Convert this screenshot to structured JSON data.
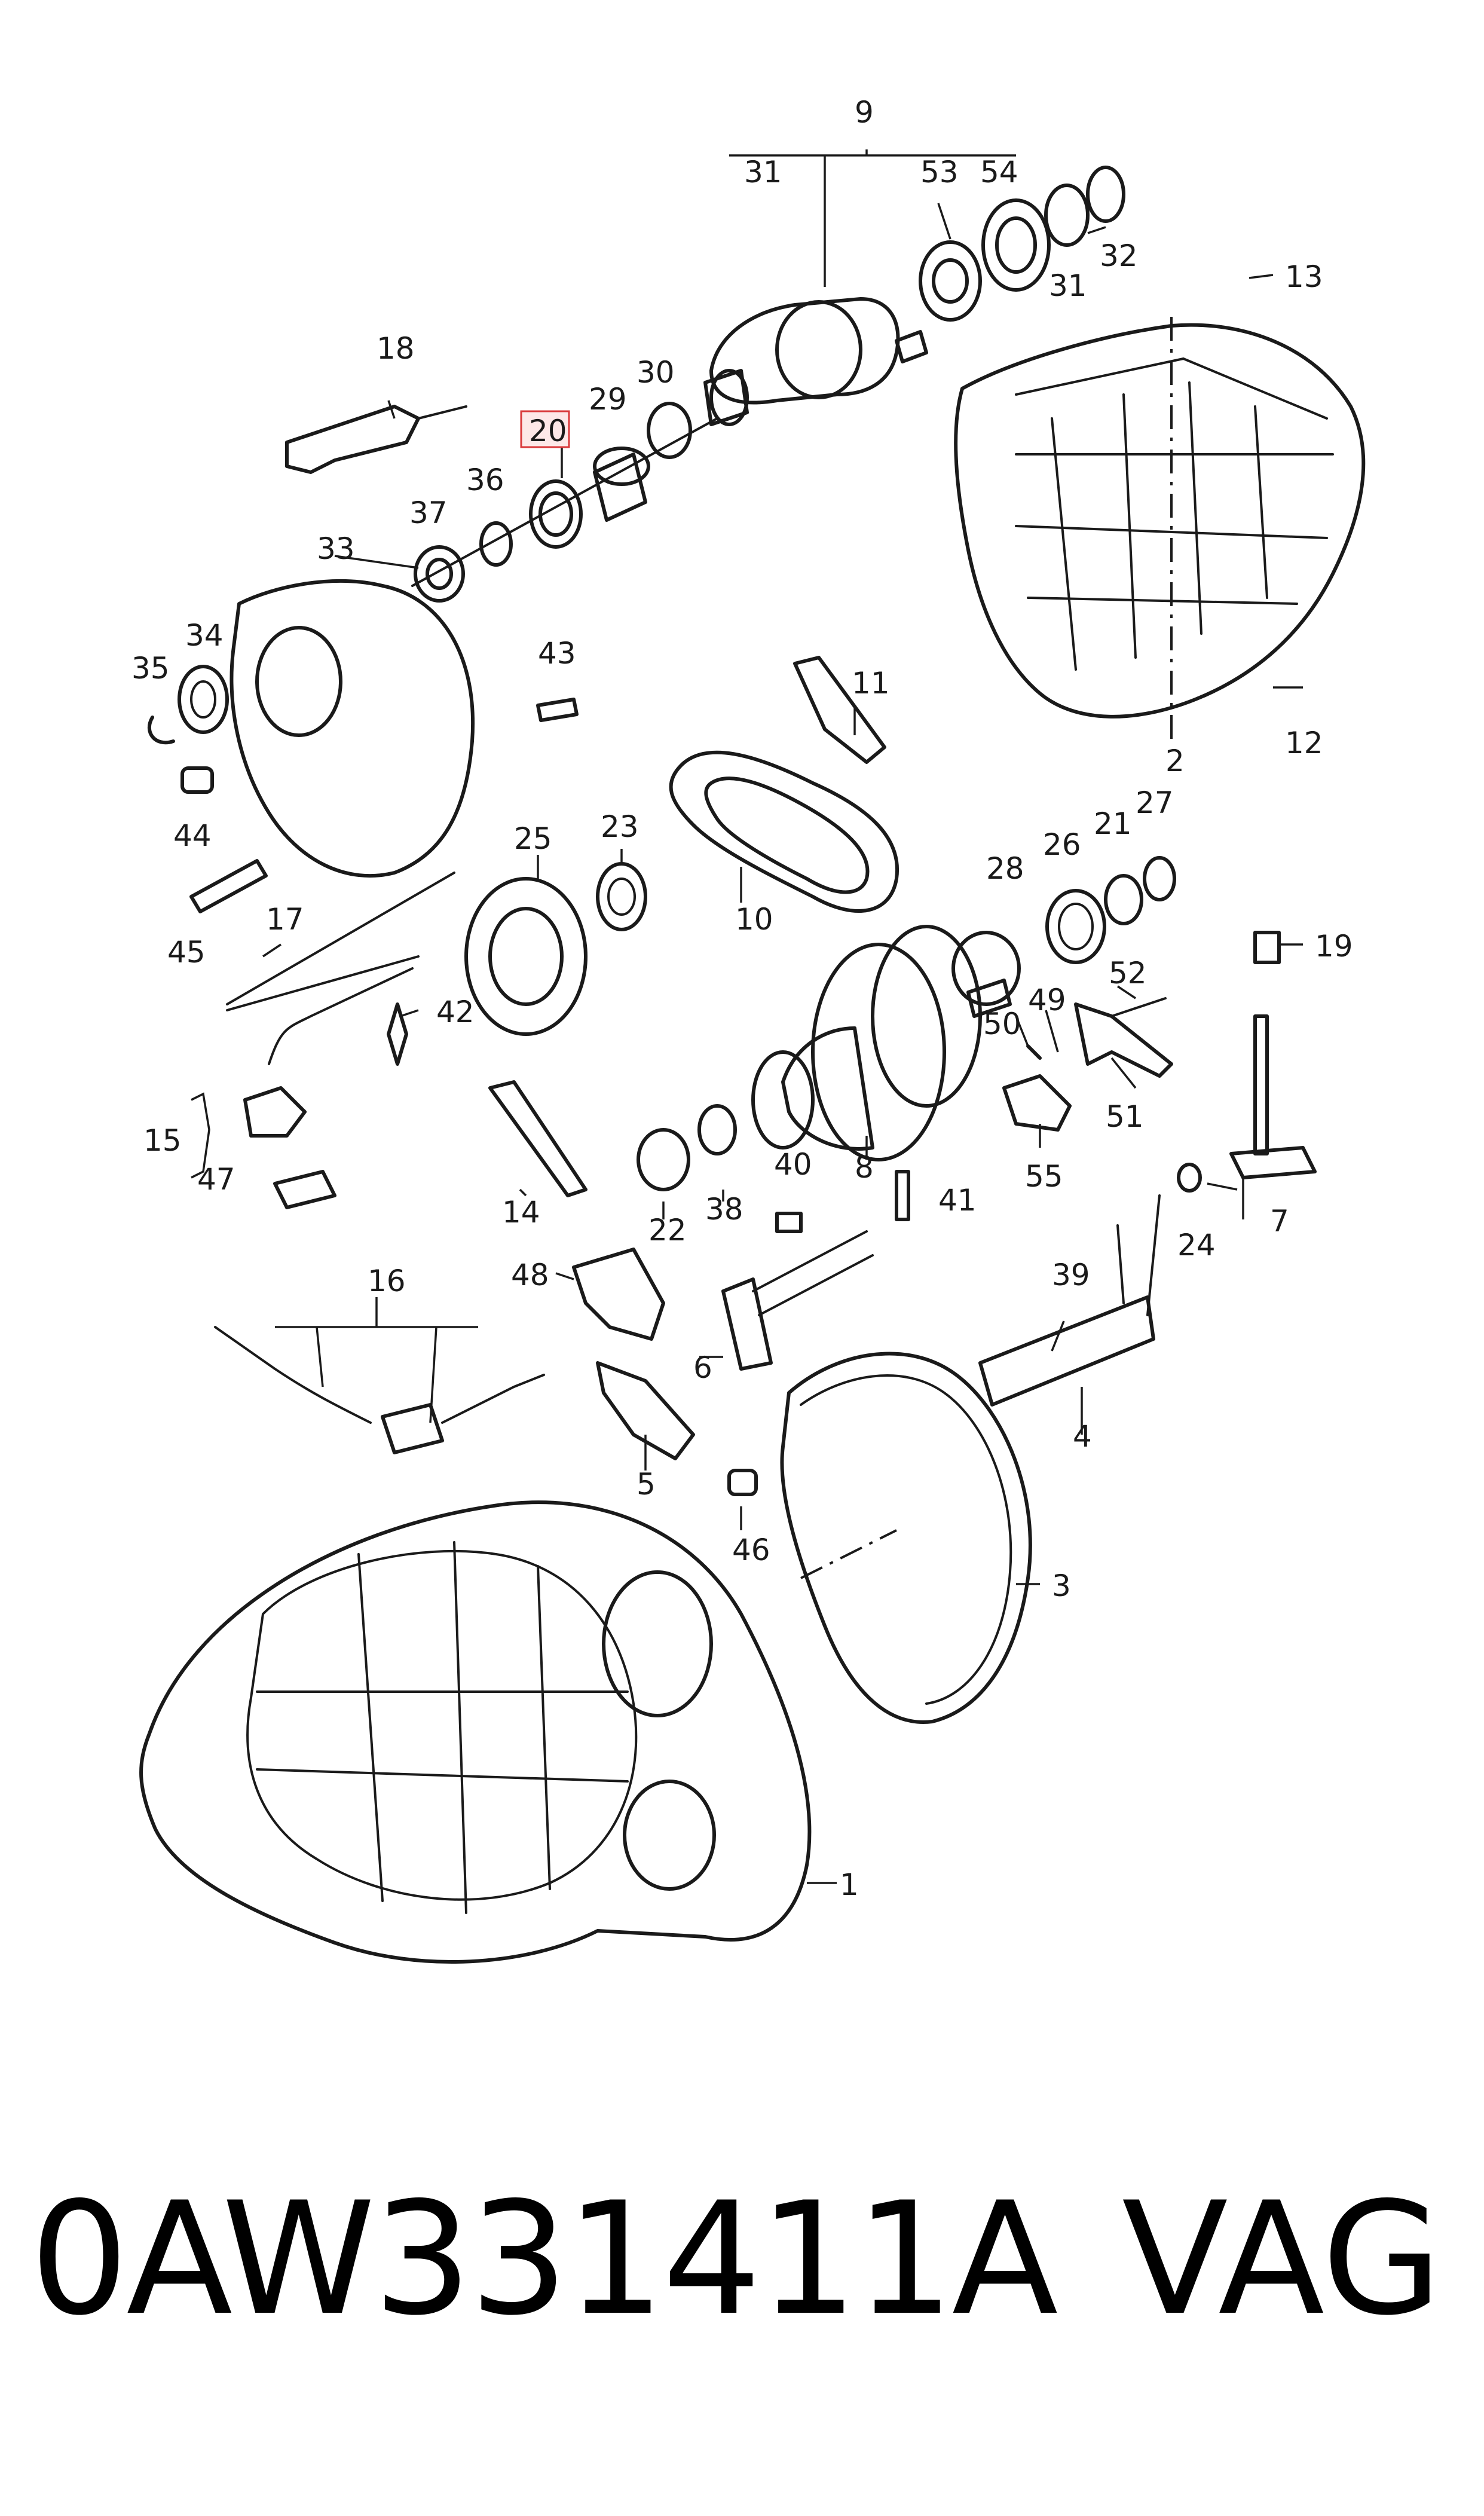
{
  "diagram": {
    "highlight_color": "#d9383a",
    "callouts": [
      "1",
      "2",
      "3",
      "4",
      "5",
      "6",
      "7",
      "8",
      "9",
      "10",
      "11",
      "12",
      "13",
      "14",
      "15",
      "16",
      "17",
      "18",
      "19",
      "20",
      "21",
      "22",
      "23",
      "24",
      "25",
      "26",
      "27",
      "28",
      "29",
      "30",
      "31",
      "31",
      "31",
      "32",
      "33",
      "34",
      "35",
      "36",
      "37",
      "38",
      "39",
      "40",
      "41",
      "42",
      "43",
      "44",
      "45",
      "46",
      "47",
      "48",
      "49",
      "50",
      "51",
      "52",
      "53",
      "54",
      "55"
    ],
    "highlighted": "20"
  },
  "footer": {
    "part_number": "0AW331411A",
    "brand": "VAG"
  }
}
